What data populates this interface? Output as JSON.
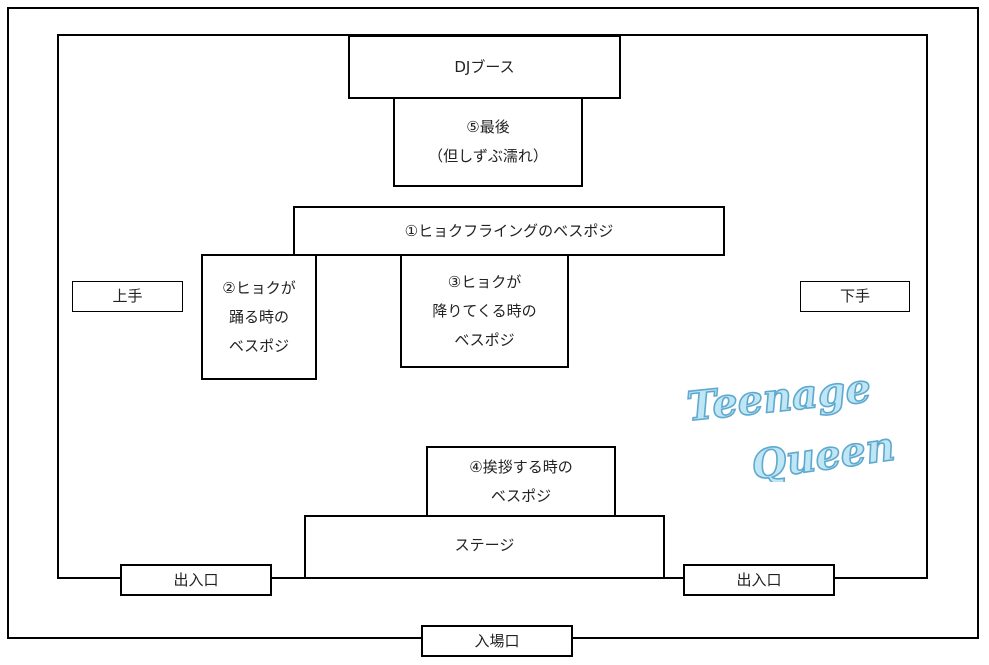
{
  "venue": {
    "dj_booth": "DJブース",
    "pos5": [
      "⑤最後",
      "（但しずぶ濡れ）"
    ],
    "pos1": "①ヒョクフライングのベスポジ",
    "pos2": [
      "②ヒョクが",
      "踊る時の",
      "ベスポジ"
    ],
    "pos3": [
      "③ヒョクが",
      "降りてくる時の",
      "ベスポジ"
    ],
    "pos4": [
      "④挨拶する時の",
      "ベスポジ"
    ],
    "stage": "ステージ",
    "stage_left": "上手",
    "stage_right": "下手",
    "exit_left": "出入口",
    "exit_right": "出入口",
    "entrance": "入場口"
  },
  "logo": {
    "line1": "Teenage",
    "line2": "Queen",
    "fill_color": "#bfe6f5",
    "stroke_color": "#5fa9cf"
  },
  "colors": {
    "line": "#000000",
    "background": "#ffffff",
    "text": "#222222"
  }
}
